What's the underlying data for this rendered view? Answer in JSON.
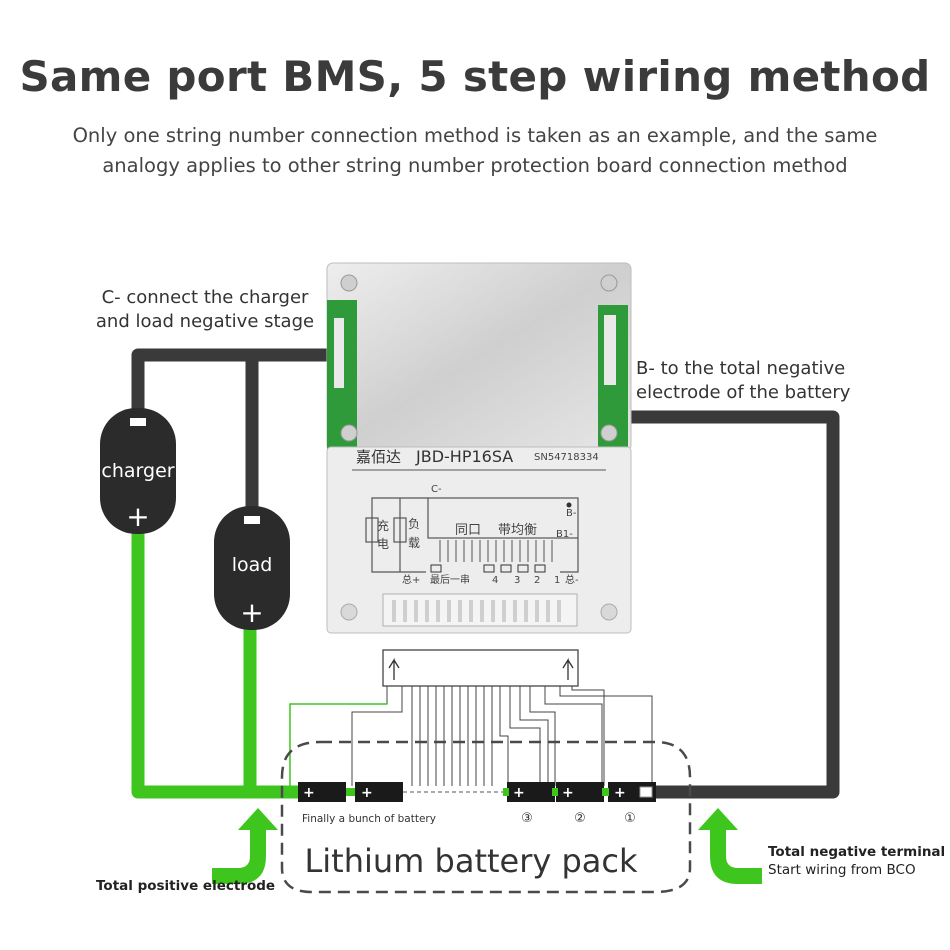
{
  "header": {
    "title": "Same port BMS, 5 step wiring method",
    "subtitle_line1": "Only one string number connection method is taken as an example, and the same",
    "subtitle_line2": "analogy applies to other string number protection board connection method"
  },
  "labels": {
    "c_minus_line1": "C- connect the charger",
    "c_minus_line2": "and load negative stage",
    "b_minus_line1": "B- to the total negative",
    "b_minus_line2": "electrode of the battery",
    "charger": "charger",
    "load": "load",
    "total_positive": "Total positive electrode",
    "total_negative": "Total negative terminal",
    "start_wiring": "Start wiring from BCO",
    "battery_pack": "Lithium battery pack",
    "last_battery": "Finally a bunch of battery",
    "cell_3": "③",
    "cell_2": "②",
    "cell_1": "①"
  },
  "board": {
    "brand": "嘉佰达",
    "model": "JBD-HP16SA",
    "serial": "SN54718334",
    "port_c": "C-",
    "port_b": "B-",
    "port_b1": "B1-",
    "charge_label_1": "充",
    "charge_label_2": "电",
    "load_label_1": "负",
    "load_label_2": "载",
    "same_port": "同口",
    "balance": "带均衡",
    "total_plus": "总+",
    "last_string": "最后一串",
    "num_4": "4",
    "num_3": "3",
    "num_2": "2",
    "num_1": "1",
    "total_minus": "总-"
  },
  "colors": {
    "positive_wire": "#3ec51e",
    "negative_wire": "#3a3a3a",
    "pill": "#2b2b2b",
    "pcb_green": "#2f9a3a",
    "board_metal": "#dcdcdc",
    "cell": "#1a1a1a"
  },
  "symbols": {
    "plus": "+",
    "minus": "−"
  }
}
